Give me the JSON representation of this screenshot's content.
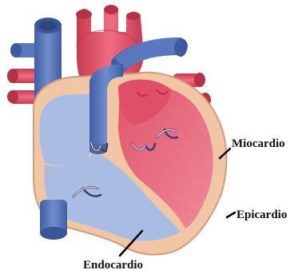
{
  "labels": {
    "miocardio": "Miocardio",
    "epicardio": "Epicardio",
    "endocardio": "Endocardio"
  },
  "colors": {
    "arterial_red": "#d9475a",
    "arterial_light": "#e9758a",
    "venous_blue": "#4f6fb4",
    "venous_light": "#8fa6d6",
    "chamber_blue": "#a9bde3",
    "heart_wall": "#f0c6a4",
    "wall_outline": "#d79a78",
    "valve": "#3b3f74"
  }
}
